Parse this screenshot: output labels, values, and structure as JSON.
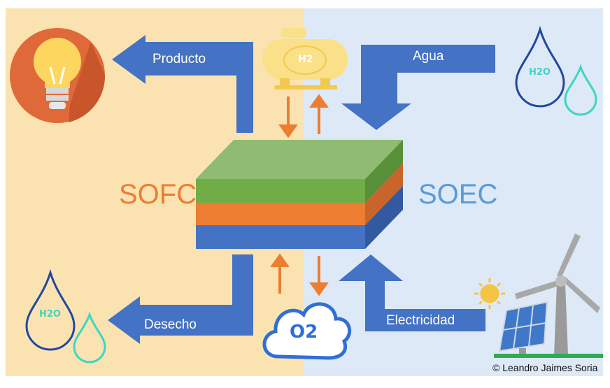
{
  "labels": {
    "sofc": "SOFC",
    "soec": "SOEC",
    "producto": "Producto",
    "agua": "Agua",
    "desecho": "Desecho",
    "electricidad": "Electricidad",
    "tank": "H2",
    "water_drop_top": "H2O",
    "water_drop_bottom": "H2O",
    "oxygen": "O2",
    "credit": "© Leandro Jaimes Soria"
  },
  "colors": {
    "left_bg": "#fbe3b1",
    "right_bg": "#dde9f6",
    "arrow_blue": "#4472c4",
    "arrow_orange": "#ed7d31",
    "layer_green": "#70ad47",
    "layer_orange": "#ed7d31",
    "layer_blue": "#4472c4",
    "sofc_text": "#ed7d31",
    "soec_text": "#5b9bd5"
  },
  "icons": [
    "lightbulb-icon",
    "hydrogen-tank-icon",
    "water-drop-icon",
    "oxygen-cloud-icon",
    "sun-icon",
    "solar-panel-icon",
    "wind-turbine-icon"
  ]
}
